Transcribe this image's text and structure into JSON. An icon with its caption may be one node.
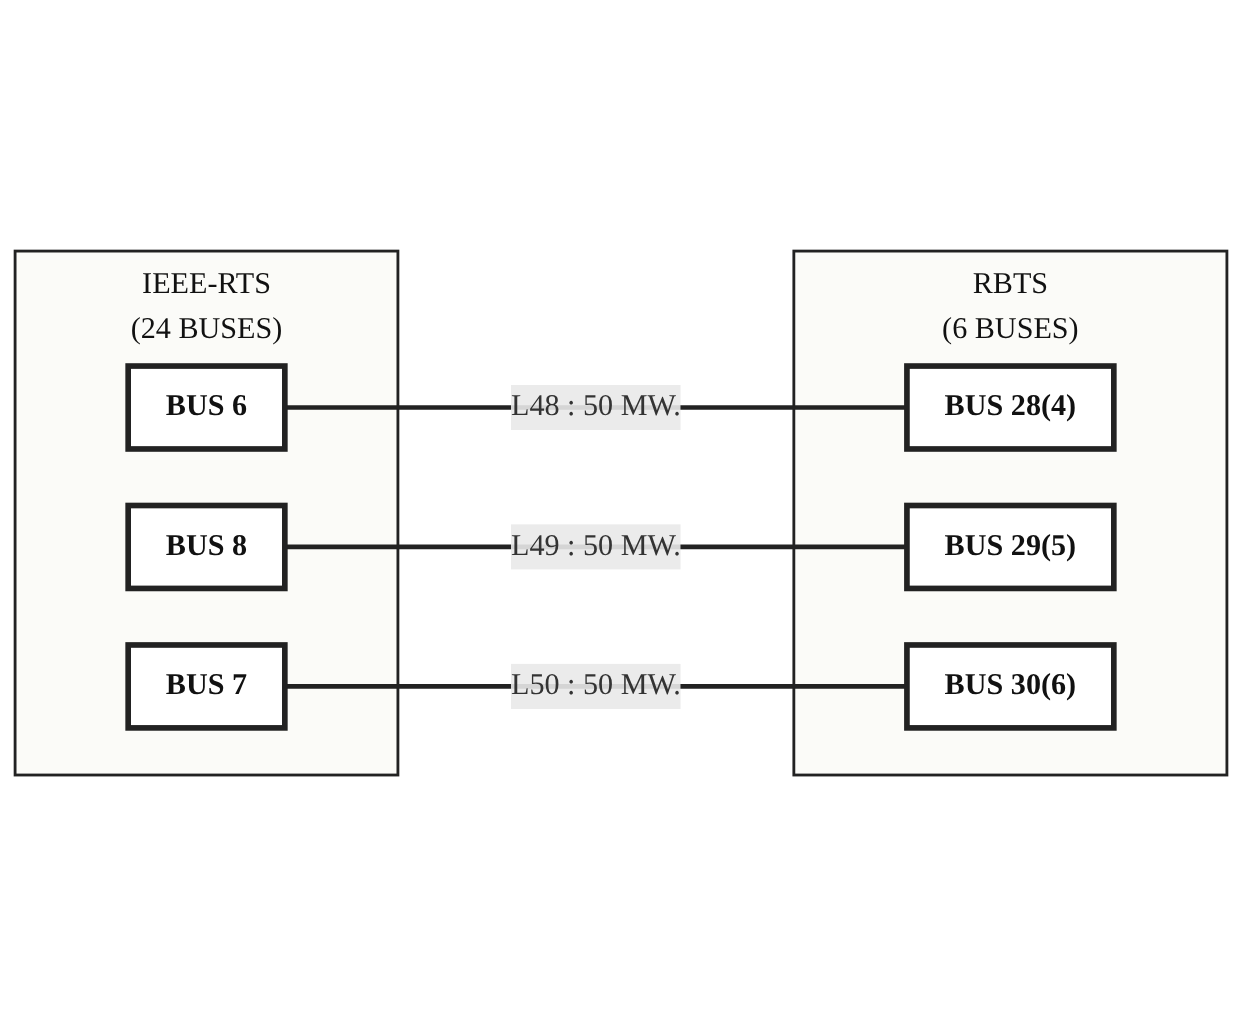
{
  "diagram": {
    "nodes": [
      {
        "text": [
          "IEEE-RTS",
          "(24 BUSES)"
        ]
      },
      {
        "text": [
          "BUS 6"
        ],
        "in": 0
      },
      {
        "text": [
          "BUS 8"
        ],
        "in": 0
      },
      {
        "text": [
          "BUS 7"
        ],
        "in": 0
      },
      {
        "text": [
          "RBTS",
          "(6 BUSES)"
        ]
      },
      {
        "text": [
          "BUS 28(4)"
        ],
        "in": 4
      },
      {
        "text": [
          "BUS 29(5)"
        ],
        "in": 4
      },
      {
        "text": [
          "BUS 30(6)"
        ],
        "in": 4
      }
    ],
    "edges": [
      {
        "from": 1,
        "to": 5,
        "arrow": "none",
        "label": "L48 : 50 MW."
      },
      {
        "from": 2,
        "to": 6,
        "arrow": "none",
        "label": "L49 : 50 MW."
      },
      {
        "from": 3,
        "to": 7,
        "arrow": "none",
        "label": "L50 : 50 MW."
      }
    ]
  }
}
